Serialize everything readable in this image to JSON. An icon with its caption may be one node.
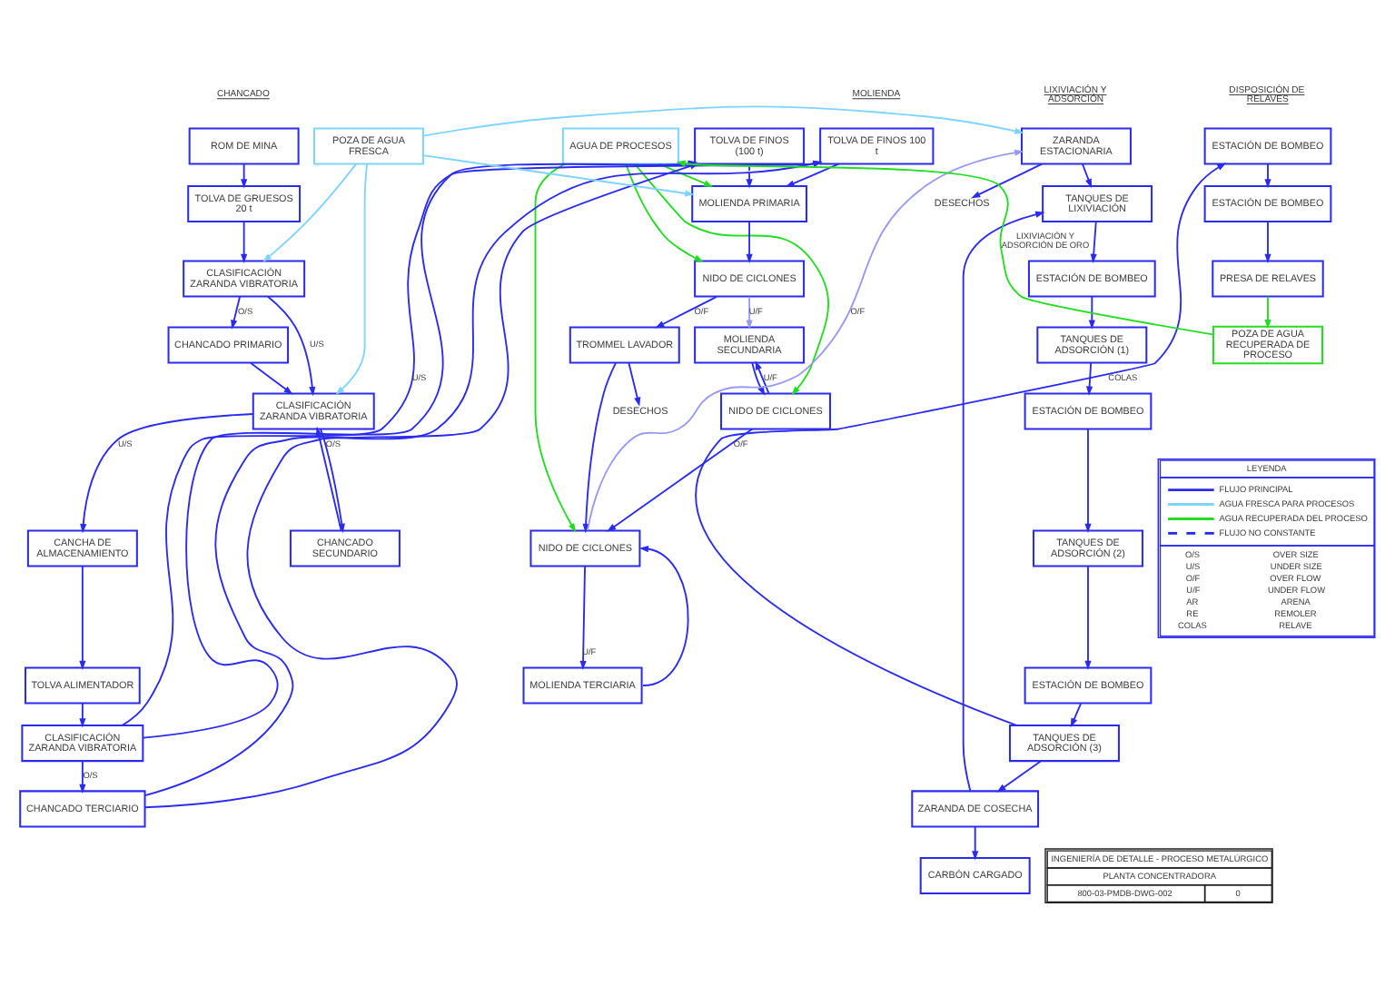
{
  "diagram": {
    "nodes": [
      {
        "text": [
          "POZA DE AGUA FRESCA"
        ]
      },
      {
        "text": [
          "ROM DE MINA"
        ]
      },
      {
        "text": [
          "AGUA DE PROCESOS"
        ]
      },
      {
        "text": [
          "TOLVA DE GRUESOS 20 t"
        ]
      },
      {
        "text": [
          "CLASIFICACIÓN ZARANDA VIBRATORIA"
        ]
      },
      {
        "text": [
          "CHANCADO PRIMARIO"
        ]
      },
      {
        "text": [
          "CLASIFICACIÓN ZARANDA VIBRATORIA"
        ]
      },
      {
        "text": [
          "CANCHA DE ALMACENAMIENTO"
        ]
      },
      {
        "text": [
          "CHANCADO SECUNDARIO"
        ]
      },
      {
        "text": [
          "TOLVA ALIMENTADOR"
        ]
      },
      {
        "text": [
          "CLASIFICACIÓN ZARANDA VIBRATORIA"
        ]
      },
      {
        "text": [
          "CHANCADO TERCIARIO"
        ]
      },
      {
        "text": [
          "TOLVA DE FINOS 100 t"
        ]
      },
      {
        "text": [
          "TOLVA DE FINOS (100 t)"
        ]
      },
      {
        "text": [
          "MOLIENDA PRIMARIA"
        ]
      },
      {
        "text": [
          "MOLIENDA SECUNDARIA"
        ]
      },
      {
        "text": [
          "NIDO DE CICLONES"
        ]
      },
      {
        "text": [
          "NIDO DE CICLONES"
        ]
      },
      {
        "text": [
          "TROMMEL LAVADOR"
        ]
      },
      {
        "text": [
          "DESECHOS"
        ]
      },
      {
        "text": [
          "NIDO DE CICLONES"
        ]
      },
      {
        "text": [
          "MOLIENDA TERCIARIA"
        ]
      },
      {
        "text": [
          "ZARANDA ESTACIONARIA"
        ]
      },
      {
        "text": [
          "DESECHOS"
        ]
      },
      {
        "text": [
          "TANQUES DE LIXIVIACIÓN"
        ]
      },
      {
        "text": [
          "ESTACIÓN DE BOMBEO"
        ]
      },
      {
        "text": [
          "TANQUES DE ADSORCIÓN (1)"
        ]
      },
      {
        "text": [
          "ESTACIÓN DE BOMBEO"
        ]
      },
      {
        "text": [
          "TANQUES DE ADSORCIÓN (2)"
        ]
      },
      {
        "text": [
          "ESTACIÓN DE BOMBEO"
        ]
      },
      {
        "text": [
          "TANQUES DE ADSORCIÓN (3)"
        ]
      },
      {
        "text": [
          "ZARANDA DE COSECHA"
        ]
      },
      {
        "text": [
          "CARBÓN CARGADO"
        ]
      },
      {
        "text": [
          "ESTACIÓN DE BOMBEO"
        ]
      },
      {
        "text": [
          "ESTACIÓN DE BOMBEO"
        ]
      },
      {
        "text": [
          "PRESA DE RELAVES"
        ]
      },
      {
        "text": [
          "POZA DE AGUA RECUPERADA DE PROCESO"
        ]
      }
    ],
    "edges": [
      {
        "from": 1,
        "to": 3,
        "arrow": "to"
      },
      {
        "from": 3,
        "to": 4,
        "arrow": "to"
      },
      {
        "from": 4,
        "to": 5,
        "arrow": "to",
        "label": "O/S"
      },
      {
        "from": 4,
        "to": 6,
        "arrow": "to",
        "label": "U/S"
      },
      {
        "from": 5,
        "to": 6,
        "arrow": "to"
      },
      {
        "from": 6,
        "to": 7,
        "arrow": "to",
        "label": "U/S"
      },
      {
        "from": 6,
        "to": 8,
        "arrow": "to",
        "label": "O/S"
      },
      {
        "from": 8,
        "to": 6,
        "arrow": "to"
      },
      {
        "from": 7,
        "to": 9,
        "arrow": "to"
      },
      {
        "from": 9,
        "to": 10,
        "arrow": "to"
      },
      {
        "from": 10,
        "to": 11,
        "arrow": "to",
        "label": "O/S"
      },
      {
        "from": 10,
        "to": 12,
        "arrow": "to",
        "label": "U/S"
      },
      {
        "from": 10,
        "to": 13,
        "arrow": "to"
      },
      {
        "from": 11,
        "to": 12,
        "arrow": "to"
      },
      {
        "from": 11,
        "to": 13,
        "arrow": "to"
      },
      {
        "from": 0,
        "to": 4,
        "arrow": "to",
        "color": "#7fd4ff"
      },
      {
        "from": 0,
        "to": 6,
        "arrow": "to",
        "color": "#7fd4ff"
      },
      {
        "from": 0,
        "to": 14,
        "arrow": "to",
        "color": "#7fd4ff"
      },
      {
        "from": 0,
        "to": 22,
        "arrow": "to",
        "color": "#7fd4ff"
      },
      {
        "from": 12,
        "to": 14,
        "arrow": "to"
      },
      {
        "from": 13,
        "to": 14,
        "arrow": "to",
        "style": "dashed"
      },
      {
        "from": 14,
        "to": 16,
        "arrow": "to"
      },
      {
        "from": 16,
        "to": 18,
        "arrow": "to",
        "label": "O/F"
      },
      {
        "from": 16,
        "to": 15,
        "arrow": "to",
        "label": "U/F",
        "color": "#9a9af0"
      },
      {
        "from": 15,
        "to": 17,
        "arrow": "to"
      },
      {
        "from": 17,
        "to": 15,
        "arrow": "to",
        "label": "U/F"
      },
      {
        "from": 17,
        "to": 20,
        "arrow": "to",
        "label": "O/F"
      },
      {
        "from": 18,
        "to": 19,
        "arrow": "to"
      },
      {
        "from": 18,
        "to": 20,
        "arrow": "to"
      },
      {
        "from": 20,
        "to": 21,
        "arrow": "to",
        "label": "U/F"
      },
      {
        "from": 21,
        "to": 20,
        "arrow": "to"
      },
      {
        "from": 20,
        "to": 22,
        "arrow": "to",
        "label": "O/F",
        "color": "#9a9af0"
      },
      {
        "from": 2,
        "to": 14,
        "arrow": "to",
        "color": "#22dd22"
      },
      {
        "from": 2,
        "to": 16,
        "arrow": "to",
        "color": "#22dd22"
      },
      {
        "from": 2,
        "to": 17,
        "arrow": "to",
        "color": "#22dd22"
      },
      {
        "from": 2,
        "to": 20,
        "arrow": "to",
        "color": "#22dd22"
      },
      {
        "from": 22,
        "to": 23,
        "arrow": "to"
      },
      {
        "from": 22,
        "to": 24,
        "arrow": "to"
      },
      {
        "from": 24,
        "to": 25,
        "arrow": "to"
      },
      {
        "from": 25,
        "to": 26,
        "arrow": "to"
      },
      {
        "from": 26,
        "to": 27,
        "arrow": "to"
      },
      {
        "from": 27,
        "to": 28,
        "arrow": "to"
      },
      {
        "from": 28,
        "to": 29,
        "arrow": "to"
      },
      {
        "from": 29,
        "to": 30,
        "arrow": "to"
      },
      {
        "from": 30,
        "to": 31,
        "arrow": "to"
      },
      {
        "from": 31,
        "to": 32,
        "arrow": "to"
      },
      {
        "from": 31,
        "to": 24,
        "arrow": "to"
      },
      {
        "from": 30,
        "to": 33,
        "arrow": "to",
        "label": "COLAS"
      },
      {
        "from": 33,
        "to": 34,
        "arrow": "to"
      },
      {
        "from": 34,
        "to": 35,
        "arrow": "to"
      },
      {
        "from": 35,
        "to": 36,
        "arrow": "to",
        "color": "#22dd22"
      },
      {
        "from": 36,
        "to": 2,
        "arrow": "to",
        "color": "#22dd22",
        "label": "LIXIVIACIÓN Y ADSORCIÓN DE ORO"
      }
    ],
    "labels": [
      "CHANCADO",
      "MOLIENDA",
      "LIXIVIACIÓN Y ADSORCIÓN",
      "DISPOSICIÓN DE RELAVES",
      "LEYENDA",
      "O/S",
      "OVER SIZE",
      "U/S",
      "UNDER SIZE",
      "O/F",
      "OVER FLOW",
      "U/F",
      "UNDER FLOW",
      "AR",
      "ARENA",
      "RE",
      "REMOLER",
      "COLAS",
      "RELAVE",
      "INGENIERÍA DE DETALLE - PROCESO METALÚRGICO",
      "PLANTA CONCENTRADORA",
      "800-03-PMDB-DWG-002",
      "0"
    ],
    "legend": [
      {
        "text": "FLUJO PRINCIPAL"
      },
      {
        "text": "AGUA FRESCA PARA PROCESOS"
      },
      {
        "text": "AGUA RECUPERADA DEL PROCESO"
      },
      {
        "text": "FLUJO NO CONSTANTE"
      }
    ]
  }
}
